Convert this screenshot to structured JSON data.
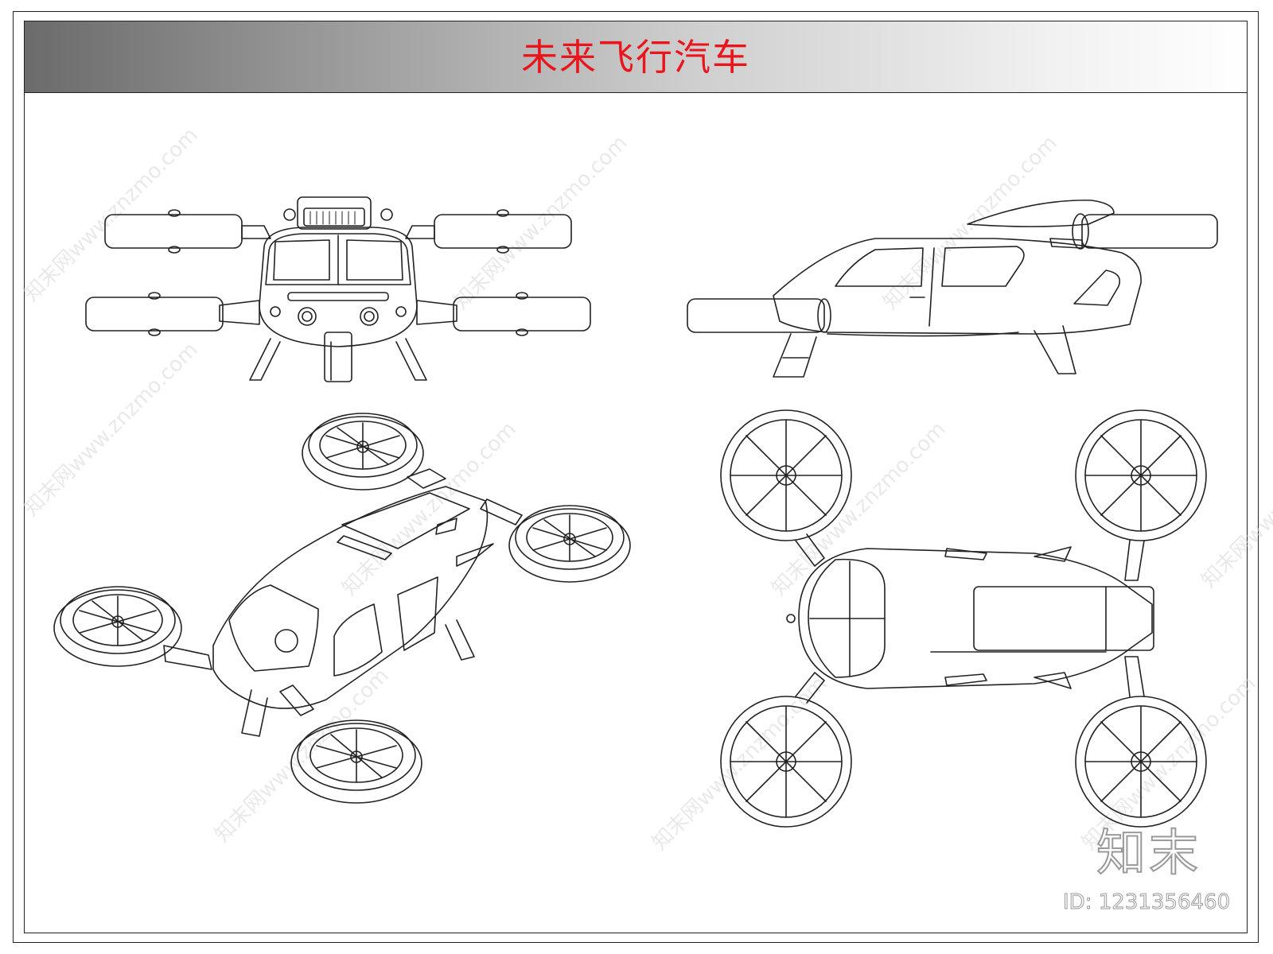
{
  "header": {
    "title": "未来飞行汽车"
  },
  "watermark": {
    "text": "知末网www.znzmo.com"
  },
  "brand": {
    "logo_text": "知末",
    "id_label": "ID: 1231356460"
  },
  "colors": {
    "title": "#e8161c",
    "line": "#222222",
    "watermark": "#d8d8d8"
  },
  "views": [
    {
      "name": "front-view"
    },
    {
      "name": "side-view"
    },
    {
      "name": "isometric-view"
    },
    {
      "name": "top-view"
    }
  ]
}
